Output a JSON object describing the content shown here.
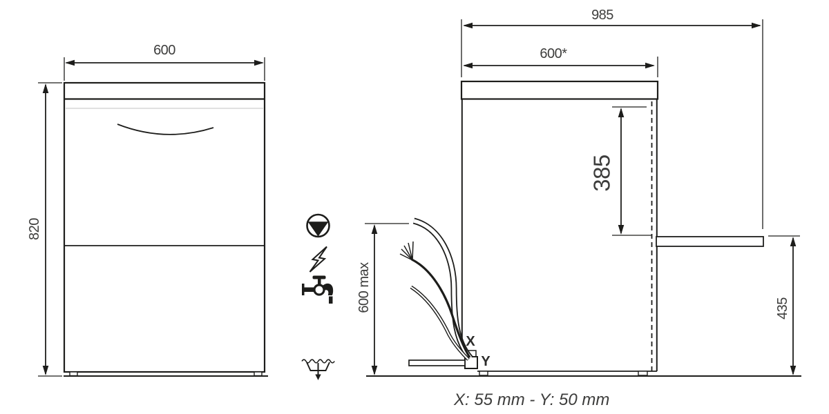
{
  "drawing": {
    "type": "dishwasher installation dimensions (mm)",
    "colors": {
      "line": "#1d1d1b",
      "text": "#3d3d3c",
      "faint_line": "#cfcfcf"
    },
    "front_view": {
      "width": "600",
      "height": "820"
    },
    "side_view": {
      "overall_depth_door_open": "985",
      "depth": "600*",
      "tub_opening_height": "385",
      "open_door_height": "435",
      "hose_reach": "600 max",
      "x_point_label": "X",
      "y_point_label": "Y"
    },
    "connection_icons": [
      {
        "name": "drain-pump-icon"
      },
      {
        "name": "electrical-icon"
      },
      {
        "name": "water-tap-icon"
      },
      {
        "name": "drain-icon"
      }
    ],
    "footnote": "X: 55 mm - Y: 50 mm"
  }
}
